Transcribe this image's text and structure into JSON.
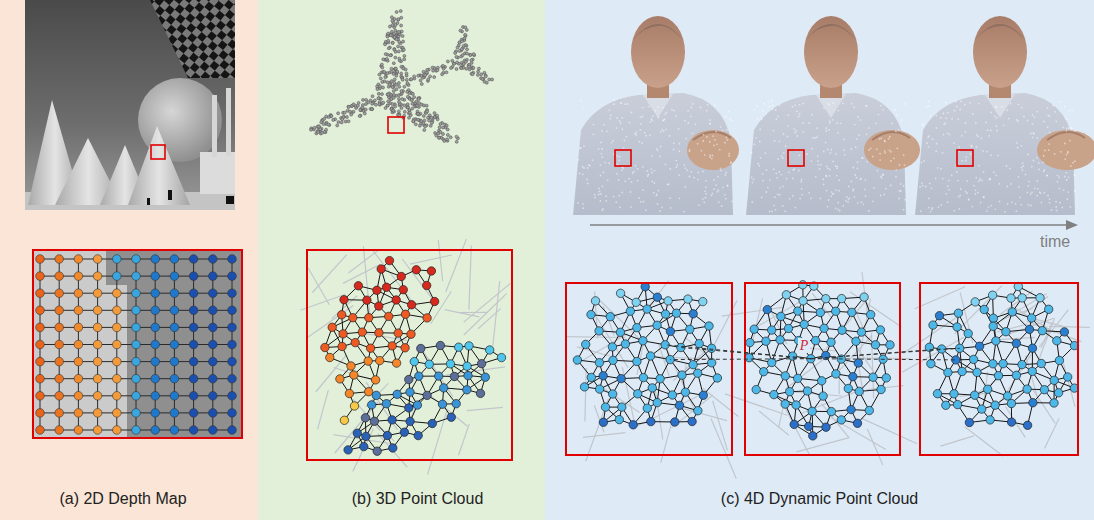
{
  "diagram": {
    "nodes": [
      {
        "text": [
          "(a) 2D Depth Map"
        ]
      },
      {
        "text": [
          "(b) 3D Point Cloud"
        ]
      },
      {
        "text": [
          "(c) 4D Dynamic Point Cloud"
        ]
      }
    ],
    "labels": [
      "time",
      "P"
    ]
  }
}
